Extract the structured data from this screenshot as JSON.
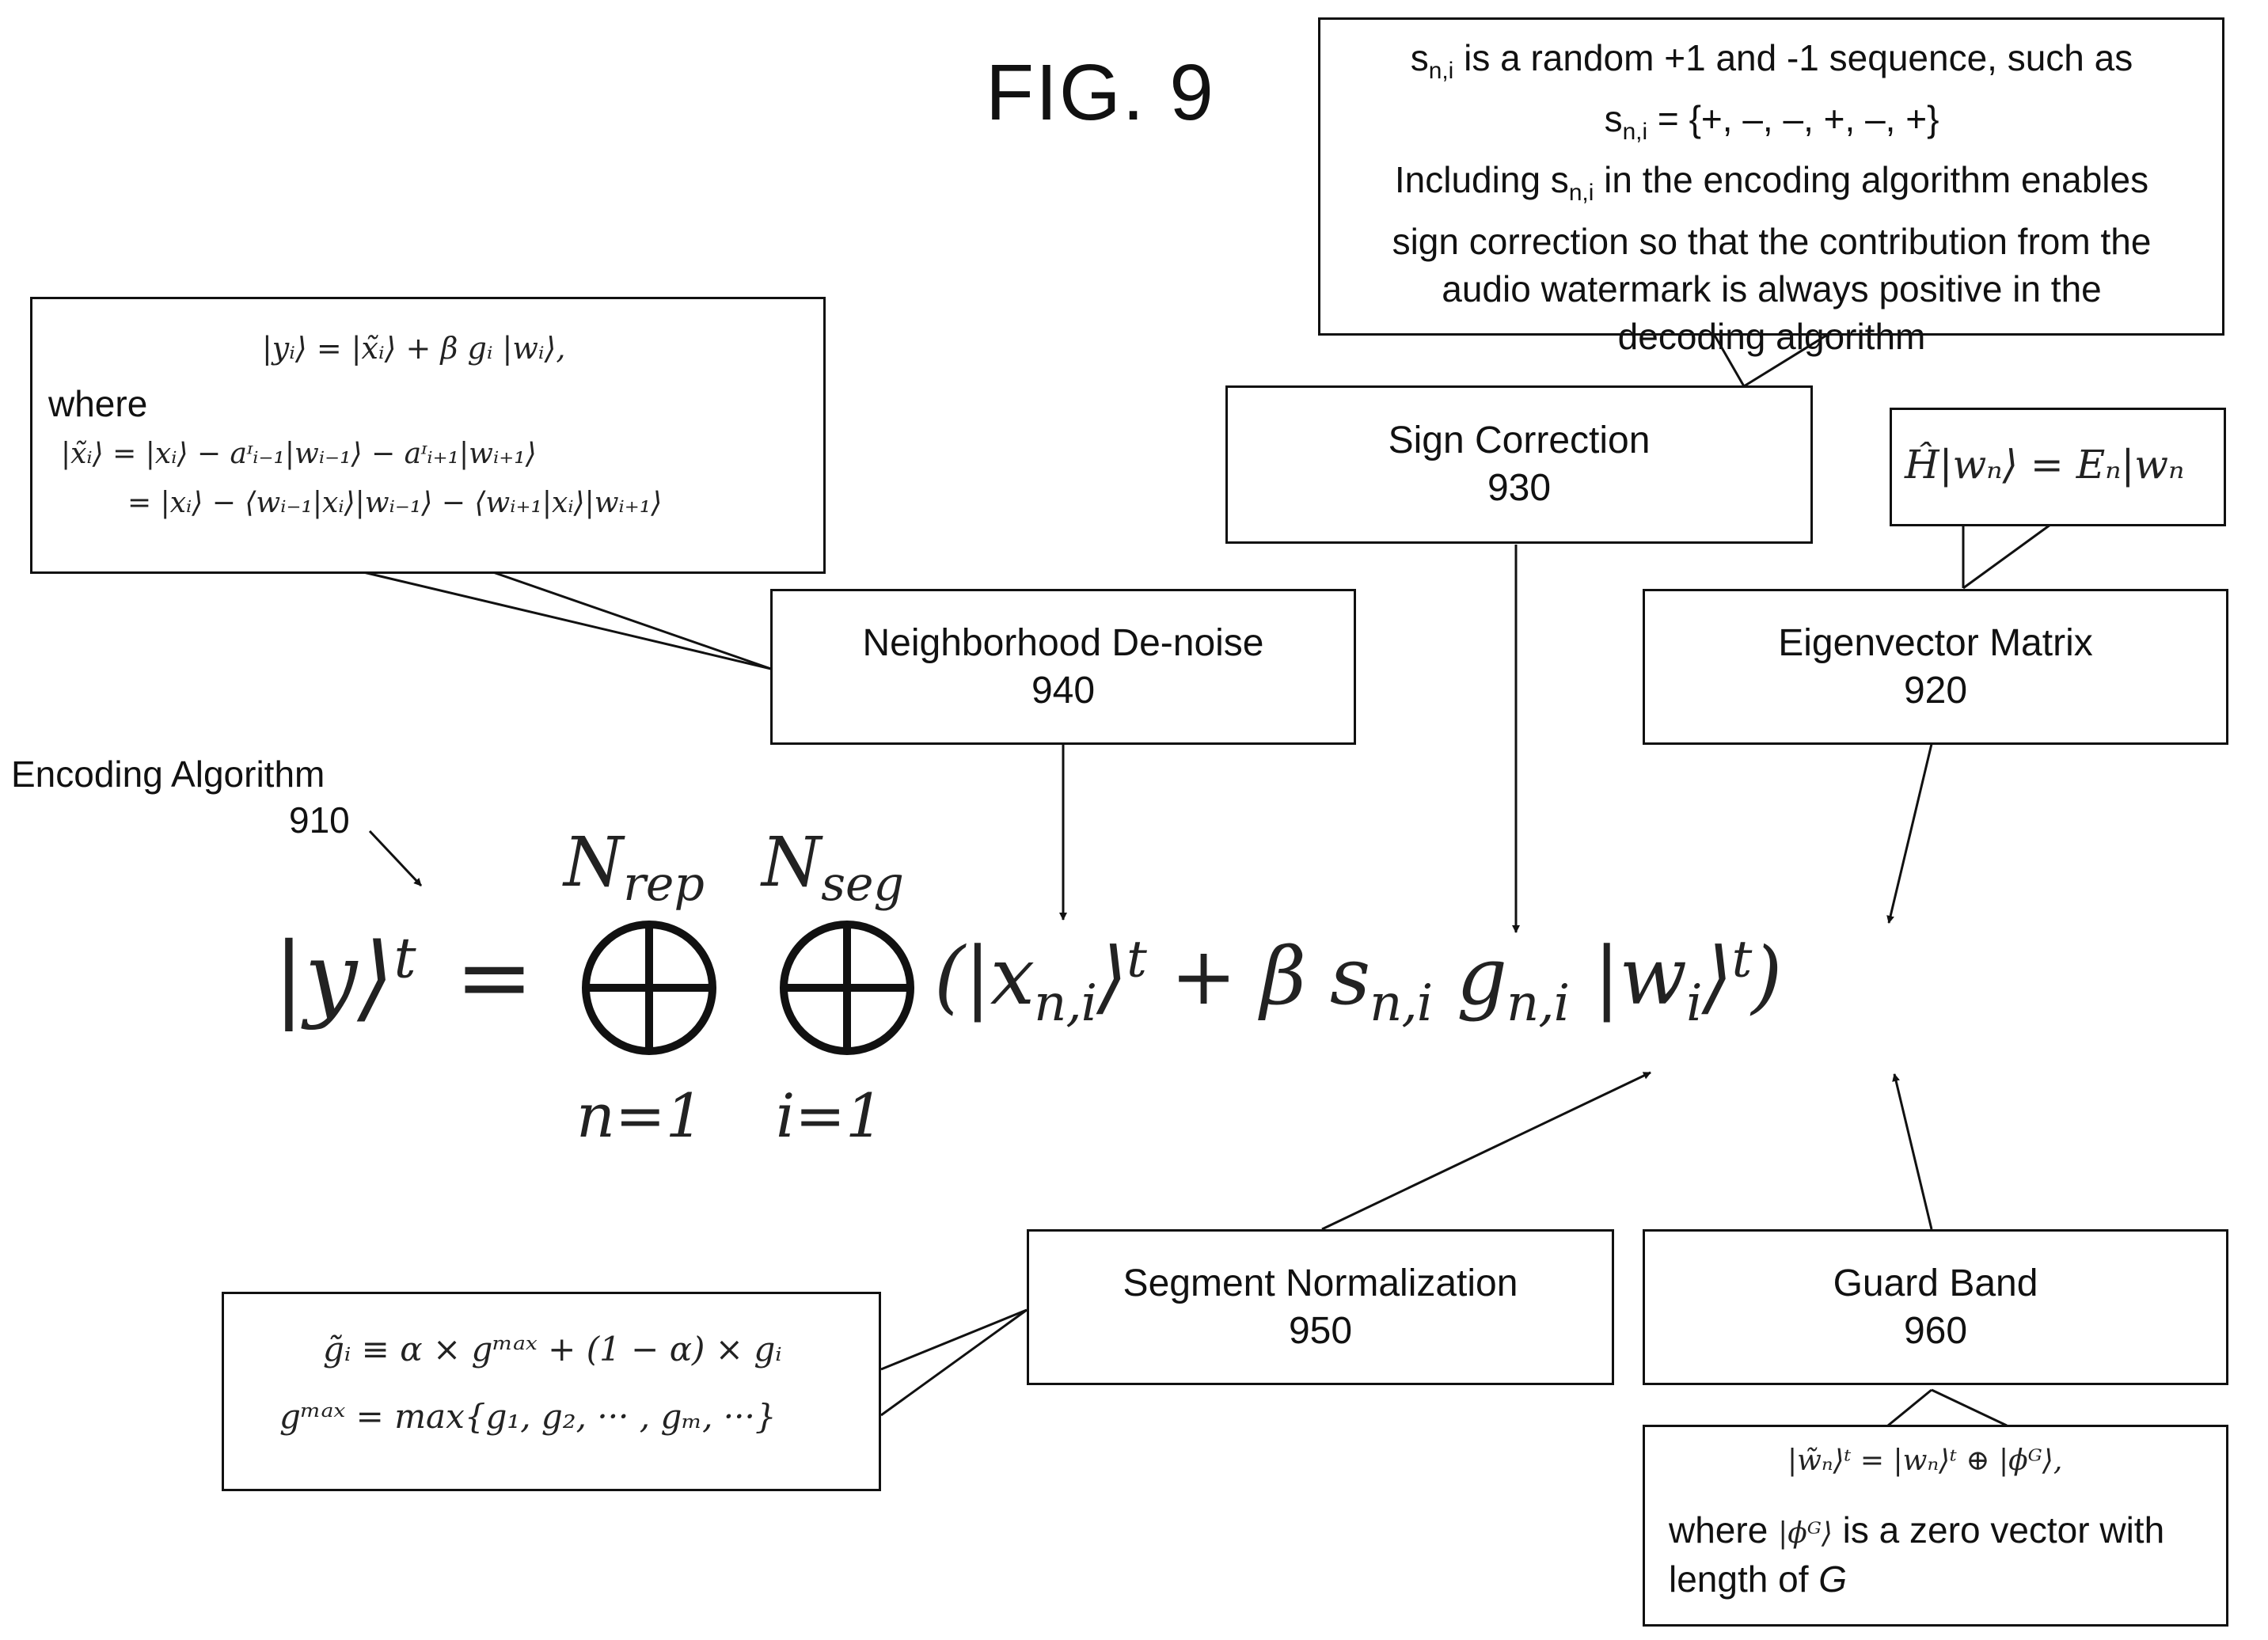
{
  "figure": {
    "title": "FIG. 9"
  },
  "encoding": {
    "label": "Encoding Algorithm",
    "number": "910"
  },
  "boxes": {
    "sign_correction": {
      "title": "Sign Correction",
      "number": "930"
    },
    "neighborhood": {
      "title": "Neighborhood De-noise",
      "number": "940"
    },
    "eigenvector": {
      "title": "Eigenvector Matrix",
      "number": "920"
    },
    "segment": {
      "title": "Segment Normalization",
      "number": "950"
    },
    "guard": {
      "title": "Guard Band",
      "number": "960"
    }
  },
  "callouts": {
    "sign": {
      "l1_a": "s",
      "l1_sub": "n,i",
      "l1_b": " is a random +1 and -1 sequence, such as",
      "l2_a": "s",
      "l2_sub": "n,i",
      "l2_b": " = {+, –, –, +, –, +}",
      "l3_a": "Including s",
      "l3_sub": "n,i",
      "l3_b": " in the encoding algorithm enables",
      "l4": "sign correction so that the contribution from the",
      "l5": "audio watermark is always positive in the",
      "l6": "decoding algorithm"
    },
    "neighborhood": {
      "eq1": "|yᵢ⟩ = |x̃ᵢ⟩ + β gᵢ |wᵢ⟩,",
      "where": "where",
      "eq2": "|x̃ᵢ⟩ = |xᵢ⟩ − aᶦᵢ₋₁|wᵢ₋₁⟩ − aᶦᵢ₊₁|wᵢ₊₁⟩",
      "eq3": "= |xᵢ⟩ − ⟨wᵢ₋₁|xᵢ⟩|wᵢ₋₁⟩ − ⟨wᵢ₊₁|xᵢ⟩|wᵢ₊₁⟩"
    },
    "eigen": {
      "eq": "Ĥ|wₙ⟩ = Eₙ|wₙ"
    },
    "segment": {
      "eq1": "g̃ᵢ ≡ α × gᵐᵃˣ + (1 − α) × gᵢ",
      "eq2": "gᵐᵃˣ = max{g₁, g₂, ··· , gₘ, ···}"
    },
    "guard": {
      "eq": "|w̃ₙ⟩ᵗ = |wₙ⟩ᵗ ⊕ |ϕᴳ⟩,",
      "l2_a": "where ",
      "l2_sym": "|ϕᴳ⟩",
      "l2_b": " is a zero vector with",
      "l3_a": "length of ",
      "l3_g": "G"
    }
  },
  "equation": {
    "lhs": "|y⟩",
    "lhs_sup": "t",
    "equals": "=",
    "op1_top": "N",
    "op1_top_sub": "rep",
    "op1_bottom": "n=1",
    "op2_top": "N",
    "op2_top_sub": "seg",
    "op2_bottom": "i=1",
    "open": "(|x",
    "x_sub": "n,i",
    "x_close": "⟩",
    "x_sup": "t",
    "plus": " + β ",
    "s": "s",
    "s_sub": "n,i",
    "g": " g",
    "g_sub": "n,i",
    "w": " |w",
    "w_sub": "i",
    "w_close": "⟩",
    "w_sup": "t",
    "close": ")"
  }
}
